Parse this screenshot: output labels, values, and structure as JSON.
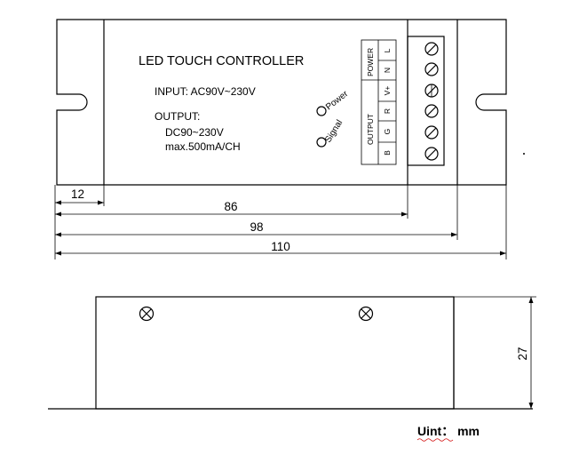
{
  "device": {
    "title": "LED TOUCH  CONTROLLER",
    "input_spec": "INPUT: AC90V~230V",
    "output_heading": "OUTPUT:",
    "output_voltage": "DC90~230V",
    "output_current": "max.500mA/CH",
    "indicator_power": "Power",
    "indicator_signal": "Signal"
  },
  "terminals": {
    "power_group": "POWER",
    "output_group": "OUTPUT",
    "pins": [
      "L",
      "N",
      "V+",
      "R",
      "G",
      "B"
    ]
  },
  "dimensions": {
    "mount_offset": "12",
    "body_length": "86",
    "terminal_length": "98",
    "total_length": "110",
    "height": "27"
  },
  "unit_label": "Uint： mm"
}
